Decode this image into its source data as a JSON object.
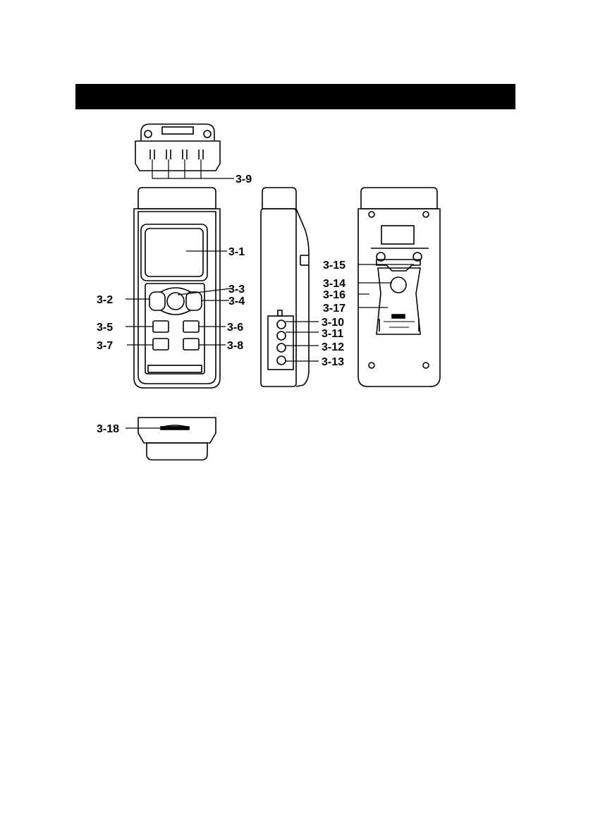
{
  "header": {
    "title": ""
  },
  "callouts": [
    {
      "id": "3-1",
      "label": "3-1"
    },
    {
      "id": "3-2",
      "label": "3-2"
    },
    {
      "id": "3-3",
      "label": "3-3"
    },
    {
      "id": "3-4",
      "label": "3-4"
    },
    {
      "id": "3-5",
      "label": "3-5"
    },
    {
      "id": "3-6",
      "label": "3-6"
    },
    {
      "id": "3-7",
      "label": "3-7"
    },
    {
      "id": "3-8",
      "label": "3-8"
    },
    {
      "id": "3-9",
      "label": "3-9"
    },
    {
      "id": "3-10",
      "label": "3-10"
    },
    {
      "id": "3-11",
      "label": "3-11"
    },
    {
      "id": "3-12",
      "label": "3-12"
    },
    {
      "id": "3-13",
      "label": "3-13"
    },
    {
      "id": "3-14",
      "label": "3-14"
    },
    {
      "id": "3-15",
      "label": "3-15"
    },
    {
      "id": "3-16",
      "label": "3-16"
    },
    {
      "id": "3-17",
      "label": "3-17"
    },
    {
      "id": "3-18",
      "label": "3-18"
    }
  ]
}
